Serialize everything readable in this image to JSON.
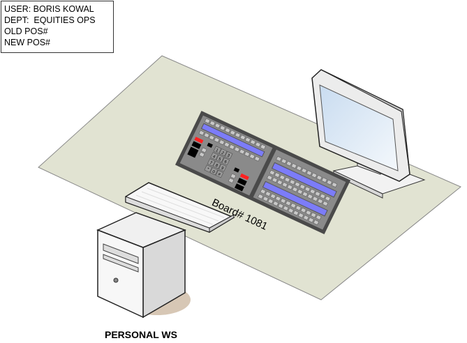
{
  "info_box": {
    "user": "USER: BORIS KOWAL",
    "dept": "DEPT:  EQUITIES OPS",
    "old_pos": "OLD POS#",
    "new_pos": "NEW POS#"
  },
  "board": {
    "label": "Board# 1081",
    "keypad_keys": [
      "1",
      "2",
      "3",
      "4",
      "5",
      "6",
      "7",
      "8",
      "9",
      "*",
      "0",
      "#"
    ]
  },
  "workstation_label": "PERSONAL WS",
  "colors": {
    "desk": "#e1e3d2",
    "display": "#7c7cf8",
    "panel": "#808080",
    "alert": "#ff2020"
  }
}
